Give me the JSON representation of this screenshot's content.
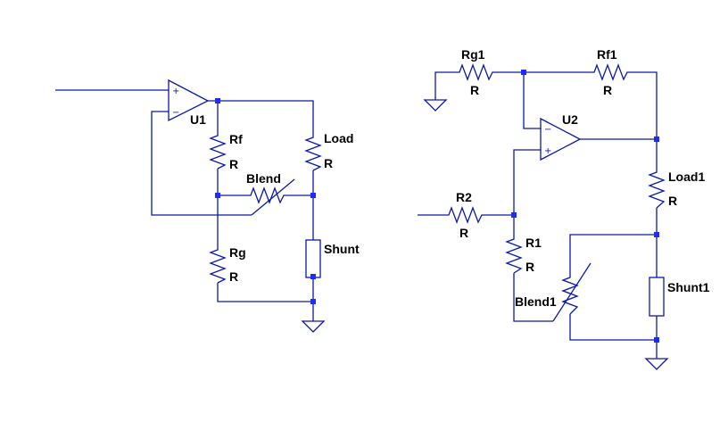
{
  "colors": {
    "wire": "#0a1aa8",
    "junction": "#1a2cff",
    "text": "#000000",
    "background": "#ffffff"
  },
  "circuit_left": {
    "opamp": {
      "name": "U1",
      "plus": "+",
      "minus": "−"
    },
    "rf": {
      "name": "Rf",
      "value": "R"
    },
    "rg": {
      "name": "Rg",
      "value": "R"
    },
    "load": {
      "name": "Load",
      "value": "R"
    },
    "blend": {
      "name": "Blend"
    },
    "shunt": {
      "name": "Shunt"
    }
  },
  "circuit_right": {
    "opamp": {
      "name": "U2",
      "plus": "+",
      "minus": "−"
    },
    "rg1": {
      "name": "Rg1",
      "value": "R"
    },
    "rf1": {
      "name": "Rf1",
      "value": "R"
    },
    "r2": {
      "name": "R2",
      "value": "R"
    },
    "r1": {
      "name": "R1",
      "value": "R"
    },
    "load1": {
      "name": "Load1",
      "value": "R"
    },
    "blend1": {
      "name": "Blend1"
    },
    "shunt1": {
      "name": "Shunt1"
    }
  }
}
